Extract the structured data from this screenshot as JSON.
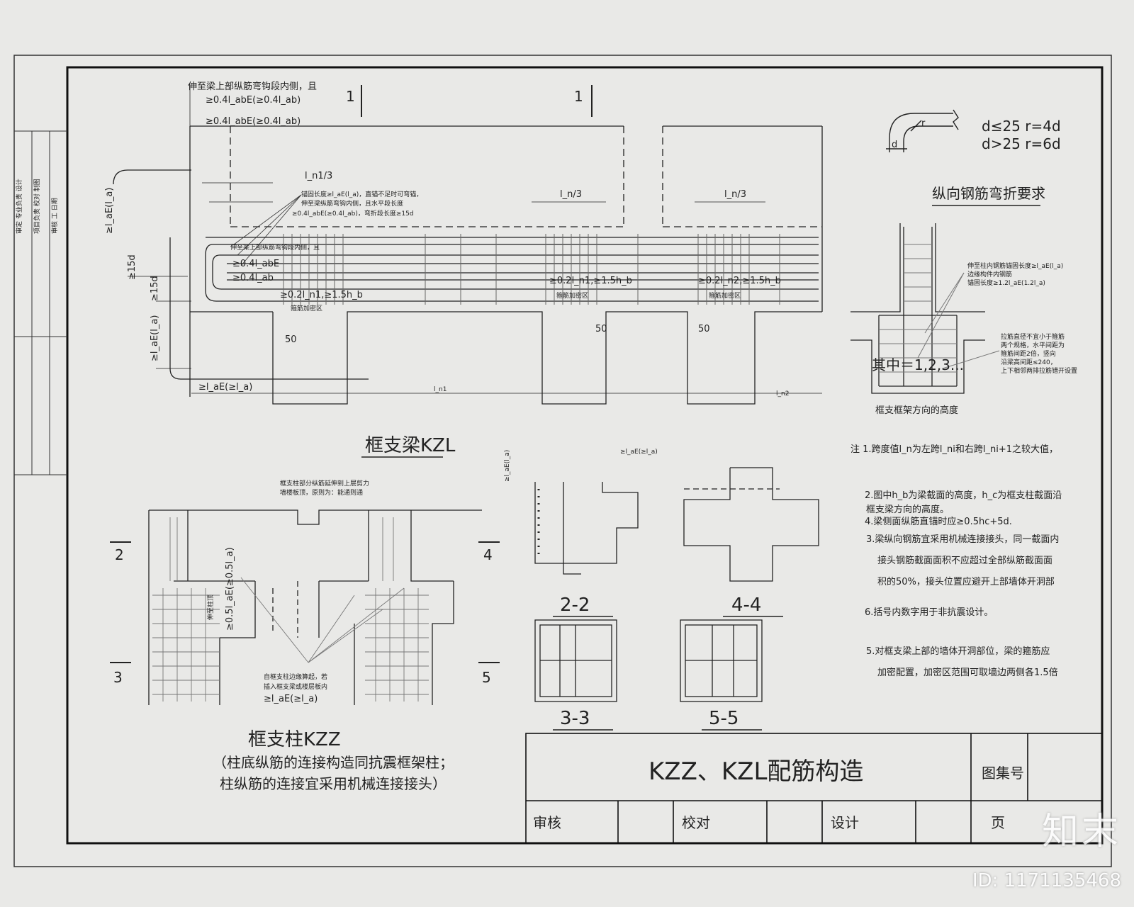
{
  "top_left_beam": {
    "note1": "伸至梁上部纵筋弯钩段内侧，且",
    "note2": "≥0.4l_abE(≥0.4l_ab)",
    "dim_top": "≥0.4l_abE(≥0.4l_ab)",
    "cut1_left": "1",
    "cut1_right": "1",
    "ln1_3": "l_n1/3",
    "ln_3_a": "l_n/3",
    "ln_3_b": "l_n/3",
    "anchor_note1": "锚固长度≥l_aE(l_a)，直锚不足时可弯锚，",
    "anchor_note2": "伸至梁纵筋弯钩内侧，且水平段长度",
    "anchor_note3": "≥0.4l_abE(≥0.4l_ab)，弯折段长度≥15d",
    "inner_note": "伸至梁上部纵筋弯钩段内侧，且",
    "dim_04a": "≥0.4l_abE",
    "dim_04b": "≥0.4l_ab",
    "dense1": "≥0.2l_n1,≥1.5h_b",
    "dense1_label": "箍筋加密区",
    "dense2": "≥0.2l_n1,≥1.5h_b",
    "dense2_label": "箍筋加密区",
    "dense3": "≥0.2l_n2,≥1.5h_b",
    "dense3_label": "箍筋加密区",
    "d15a": "≥15d",
    "d15b": "≥15d",
    "dlae": "≥l_aE(l_a)",
    "dlae_bottom": "≥l_aE(≥l_a)",
    "fifty_a": "50",
    "fifty_b": "50",
    "fifty_c": "50",
    "ln1": "l_n1",
    "ln2": "l_n2",
    "title": "框支梁KZL"
  },
  "bend_req": {
    "d": "d",
    "r": "r",
    "rule1": "d≤25  r=4d",
    "rule2": "d>25  r=6d",
    "title": "纵向钢筋弯折要求"
  },
  "frame_height": {
    "note_a": "伸至柱内钢筋锚固长度≥l_aE(l_a)",
    "note_b": "边缘构件内钢筋",
    "note_c": "锚固长度≥1.2l_aE(1.2l_a)",
    "note_side1": "拉筋直径不宜小于箍筋",
    "note_side2": "两个规格，水平间距为",
    "note_side3": "箍筋间距2倍，竖向",
    "note_side4": "沿梁高间距≤240，",
    "note_side5": "上下相邻两排拉筋错开设置",
    "mid_text": "其中＝1,2,3...",
    "title": "框支框架方向的高度"
  },
  "notes": {
    "n1": "注 1.跨度值l_n为左跨l_ni和右跨l_ni+1之较大值，",
    "n2": "2.图中h_b为梁截面的高度，h_c为框支柱截面沿",
    "n2b": "框支梁方向的高度。",
    "n4": "4.梁侧面纵筋直锚时应≥0.5hc+5d.",
    "n3a": "3.梁纵向钢筋宜采用机械连接接头，同一截面内",
    "n3b": "接头钢筋截面面积不应超过全部纵筋截面面",
    "n3c": "积的50%，接头位置应避开上部墙体开洞部",
    "n6": "6.括号内数字用于非抗震设计。",
    "n5a": "5.对框支梁上部的墙体开洞部位，梁的箍筋应",
    "n5b": "加密配置，加密区范围可取墙边两侧各1.5倍"
  },
  "column": {
    "top_note1": "框支柱部分纵筋延伸到上层剪力",
    "top_note2": "墙楼板顶，原则为：能通则通",
    "cut2": "2",
    "cut3": "3",
    "cut4": "4",
    "cut5": "5",
    "mid_note1": "伸至柱顶",
    "mid_note2": "≥0.5l_aE(≥0.5l_a)",
    "anchor1": "自框支柱边缘算起，若",
    "anchor2": "插入框支梁或楼层板内",
    "anchor3": "≥l_aE(≥l_a)",
    "title": "框支柱KZZ",
    "sub1": "（柱底纵筋的连接构造同抗震框架柱；",
    "sub2": "柱纵筋的连接宜采用机械连接接头）"
  },
  "sections": {
    "dim_lae": "≥l_aE(l_a)",
    "dim_lae2": "≥l_aE(≥l_a)",
    "s22": "2-2",
    "s44": "4-4",
    "s33": "3-3",
    "s55": "5-5"
  },
  "left_strip": {
    "row1": "审定 专业负责 设计",
    "row2": "项目负责 校对 制图",
    "row3": "审核 工 日期"
  },
  "title_block": {
    "main_title": "KZZ、KZL配筋构造",
    "atlas_label": "图集号",
    "atlas_value": "",
    "review": "审核",
    "check": "校对",
    "design": "设计",
    "page_label": "页"
  },
  "watermark": {
    "brand": "知末",
    "id": "ID: 1171135468"
  }
}
